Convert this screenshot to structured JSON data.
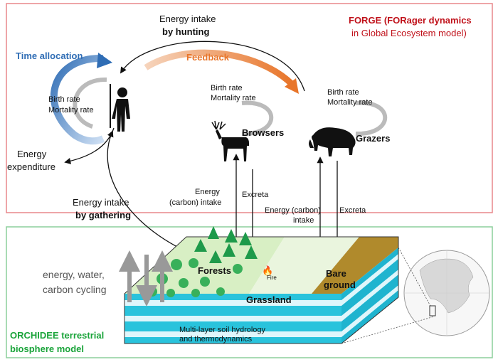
{
  "forge": {
    "title_line1": "FORGE (FORager dynamics",
    "title_line2": "in Global Ecosystem model)",
    "title_color": "#c0111a"
  },
  "orchidee": {
    "title_line1": "ORCHIDEE terrestrial",
    "title_line2": "biosphere model",
    "title_color": "#1aa43a"
  },
  "labels": {
    "energy_intake_hunting_1": "Energy intake",
    "energy_intake_hunting_2": "by hunting",
    "feedback": "Feedback",
    "time_allocation": "Time allocation",
    "birth_rate": "Birth rate",
    "mortality_rate": "Mortality rate",
    "browsers": "Browsers",
    "grazers": "Grazers",
    "energy_expenditure_1": "Energy",
    "energy_expenditure_2": "expenditure",
    "energy_intake_gathering_1": "Energy intake",
    "energy_intake_gathering_2": "by gathering",
    "energy_carbon_intake_1": "Energy",
    "energy_carbon_intake_2": "(carbon) intake",
    "excreta": "Excreta",
    "energy_carbon_intake_b1": "Energy (carbon)",
    "energy_carbon_intake_b2": "intake",
    "excreta_b": "Excreta",
    "cycling_1": "energy, water,",
    "cycling_2": "carbon cycling",
    "forests": "Forests",
    "fire": "Fire",
    "grassland": "Grassland",
    "bare_1": "Bare",
    "bare_2": "ground",
    "soil_1": "Multi-layer soil hydrology",
    "soil_2": "and thermodynamics"
  },
  "colors": {
    "time_allocation": "#2f6db5",
    "feedback": "#e8752a",
    "forest": "#1e9a4a",
    "grass": "#cfe9b8",
    "bare": "#b08a2c",
    "water": "#29c3dc"
  }
}
